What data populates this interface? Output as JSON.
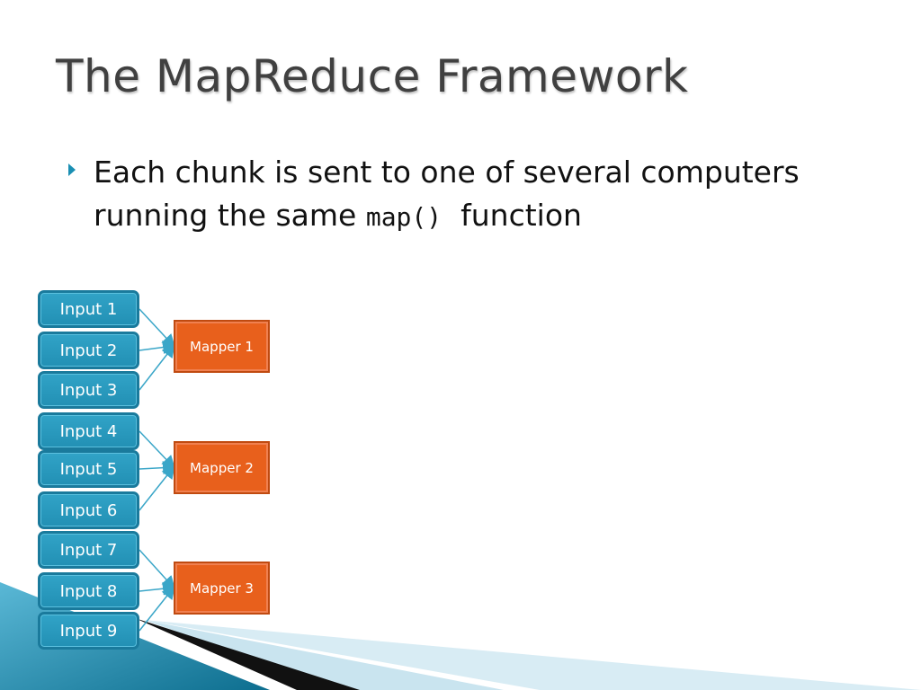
{
  "title": "The MapReduce Framework",
  "bullet": {
    "text_before": "Each chunk is sent to one of several computers running the same ",
    "code": "map()",
    "text_after": "  function"
  },
  "inputs": [
    "Input 1",
    "Input 2",
    "Input 3",
    "Input 4",
    "Input 5",
    "Input 6",
    "Input 7",
    "Input 8",
    "Input 9"
  ],
  "mappers": [
    "Mapper 1",
    "Mapper 2",
    "Mapper 3"
  ],
  "colors": {
    "input_fill": "#2a9bc0",
    "mapper_fill": "#e8601c",
    "connector": "#3aa6c8",
    "bullet": "#1a8fb3"
  }
}
